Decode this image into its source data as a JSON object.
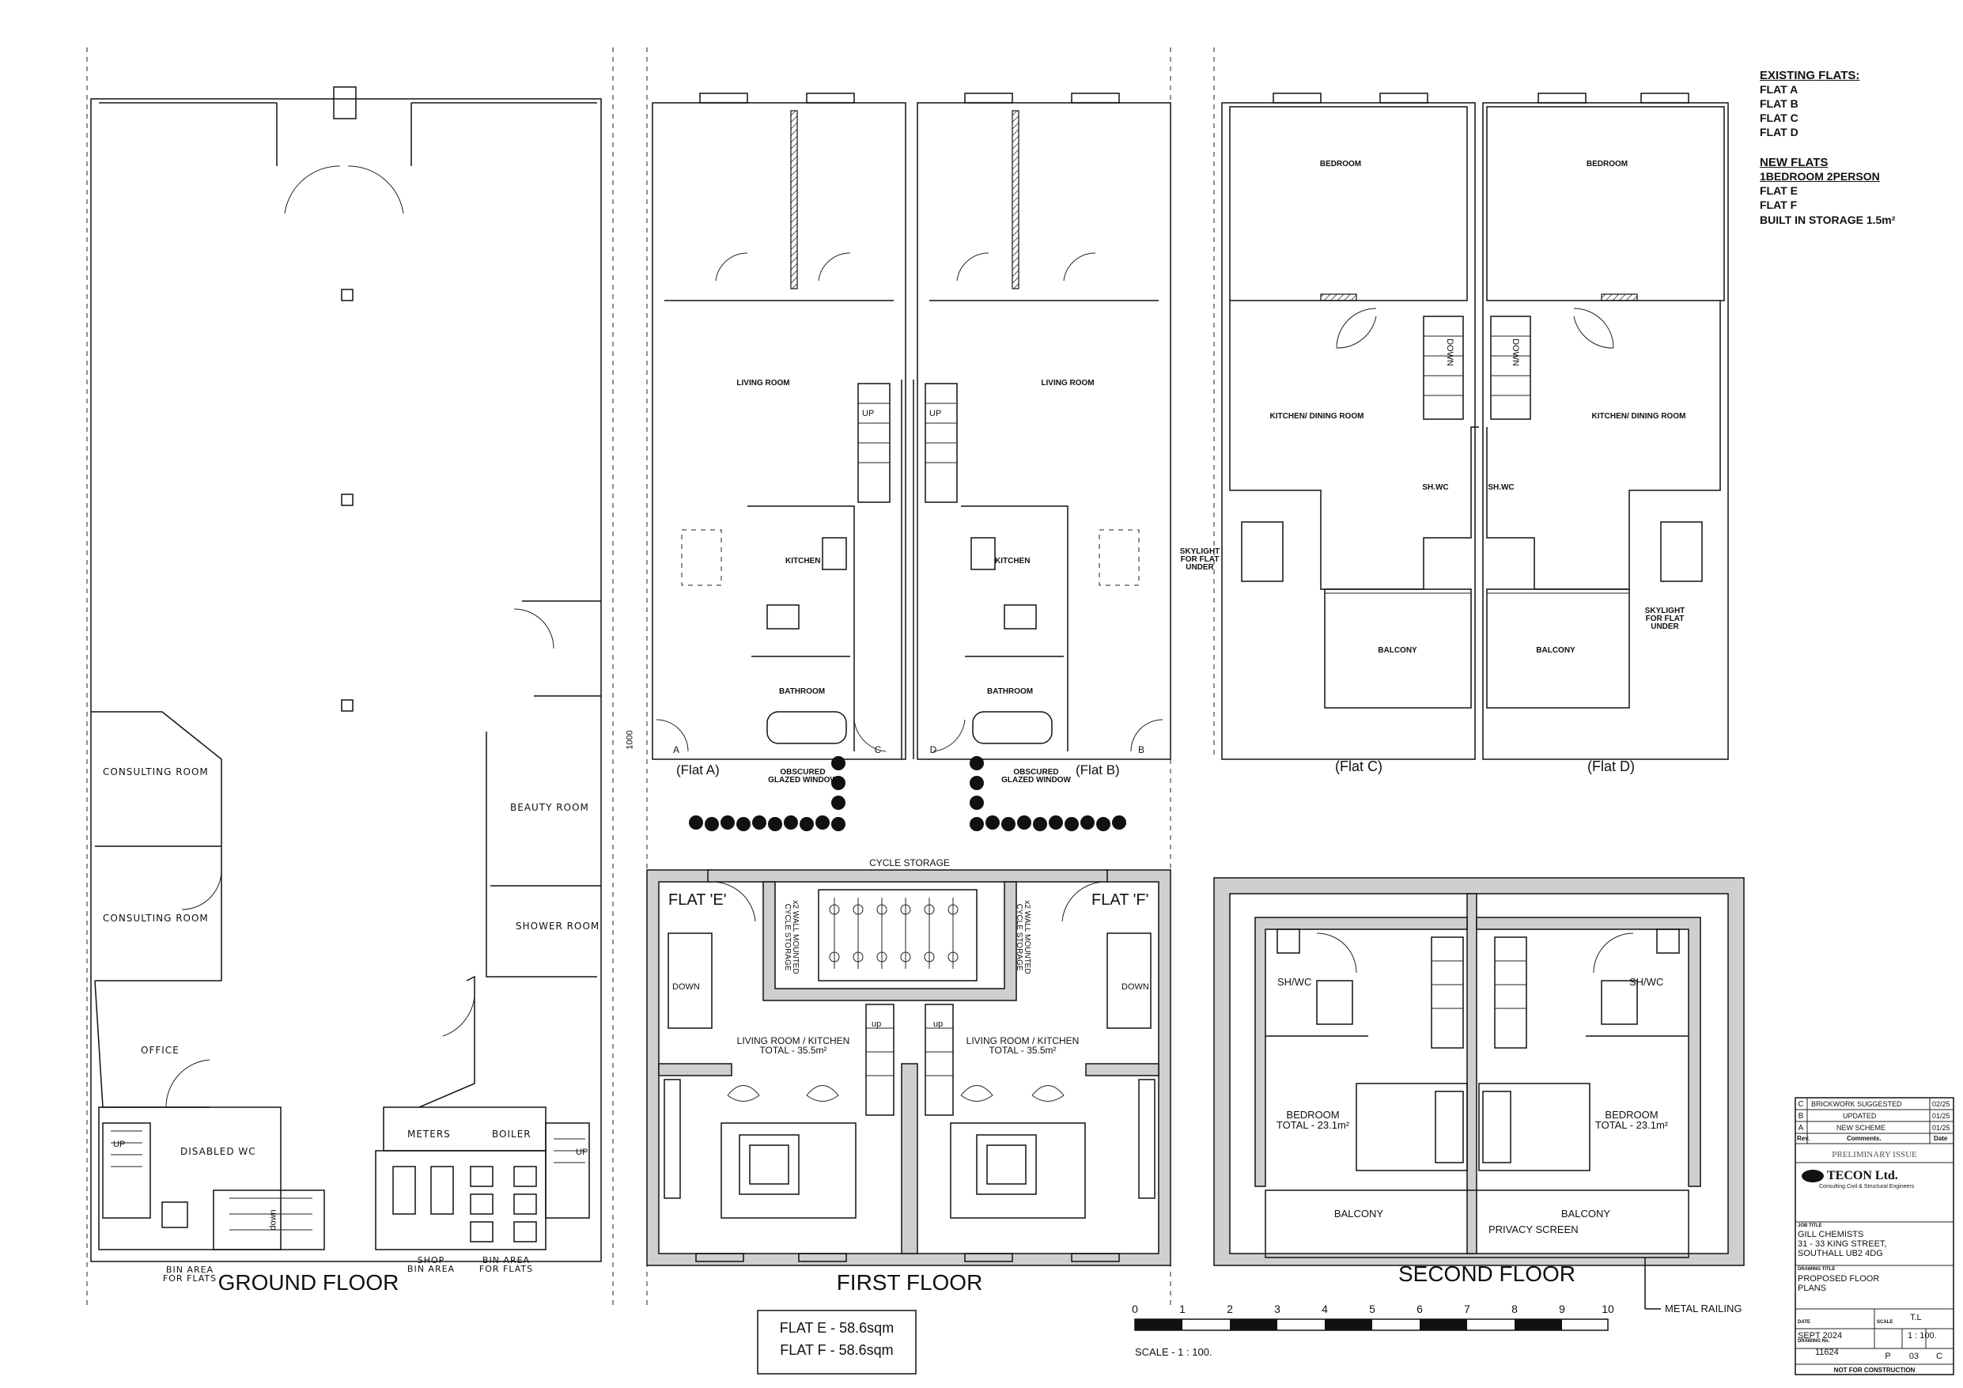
{
  "legend": {
    "existing_heading": "EXISTING FLATS:",
    "existing": [
      "FLAT A",
      "FLAT B",
      "FLAT C",
      "FLAT D"
    ],
    "new_heading": "NEW FLATS",
    "new_subheading": "1BEDROOM 2PERSON",
    "new": [
      "FLAT E",
      "FLAT F"
    ],
    "storage": "BUILT IN STORAGE 1.5m²"
  },
  "ground_floor": {
    "title": "GROUND FLOOR",
    "rooms": {
      "consulting1": "CONSULTING ROOM",
      "consulting2": "CONSULTING ROOM",
      "beauty": "BEAUTY ROOM",
      "shower": "SHOWER ROOM",
      "office": "OFFICE",
      "disabled_wc": "DISABLED WC",
      "meters": "METERS",
      "boiler": "BOILER",
      "bin_flats_left": "BIN AREA\nFOR FLATS",
      "shop_bin": "SHOP\nBIN AREA",
      "bin_flats_right": "BIN AREA\nFOR FLATS",
      "up_left": "UP",
      "up_right": "UP",
      "down": "down"
    }
  },
  "first_floor": {
    "title": "FIRST FLOOR",
    "rooms": {
      "living_a": "LIVING ROOM",
      "living_b": "LIVING ROOM",
      "kitchen_a": "KITCHEN",
      "kitchen_b": "KITCHEN",
      "bathroom_a": "BATHROOM",
      "bathroom_b": "BATHROOM",
      "obscured_a": "OBSCURED\nGLAZED WINDOW",
      "obscured_b": "OBSCURED\nGLAZED WINDOW",
      "flat_a": "(Flat A)",
      "flat_b": "(Flat B)",
      "grid_a": "A",
      "grid_b": "B",
      "grid_c": "C",
      "grid_d": "D",
      "dim_1000": "1000",
      "up1": "UP",
      "up2": "UP",
      "cycle_storage": "CYCLE STORAGE",
      "wall_cycle_left": "x2 WALL MOUNTED\nCYCLE STORAGE",
      "wall_cycle_right": "x2 WALL MOUNTED\nCYCLE STORAGE",
      "flat_e": "FLAT 'E'",
      "flat_f": "FLAT 'F'",
      "down_e": "DOWN",
      "down_f": "DOWN",
      "up_e": "up",
      "up_f": "up",
      "living_kitchen_e": "LIVING ROOM / KITCHEN\nTOTAL - 35.5m²",
      "living_kitchen_f": "LIVING ROOM / KITCHEN\nTOTAL - 35.5m²"
    }
  },
  "area_box": [
    "FLAT E - 58.6sqm",
    "FLAT F - 58.6sqm"
  ],
  "top_right_plan": {
    "rooms": {
      "bedroom_c": "BEDROOM",
      "bedroom_d": "BEDROOM",
      "kitchen_c": "KITCHEN/ DINING ROOM",
      "kitchen_d": "KITCHEN/ DINING ROOM",
      "shwc_c": "SH.WC",
      "shwc_d": "SH.WC",
      "balcony_c": "BALCONY",
      "balcony_d": "BALCONY",
      "skylight_left": "SKYLIGHT\nFOR FLAT\nUNDER",
      "skylight_right": "SKYLIGHT\nFOR FLAT\nUNDER",
      "down_c": "DOWN",
      "down_d": "DOWN",
      "flat_c": "(Flat C)",
      "flat_d": "(Flat D)"
    }
  },
  "second_floor": {
    "title": "SECOND FLOOR",
    "rooms": {
      "shwc_left": "SH/WC",
      "shwc_right": "SH/WC",
      "bedroom_left": "BEDROOM\nTOTAL - 23.1m²",
      "bedroom_right": "BEDROOM\nTOTAL - 23.1m²",
      "balcony_left": "BALCONY",
      "balcony_right": "BALCONY",
      "privacy": "PRIVACY SCREEN",
      "railing": "METAL RAILING"
    }
  },
  "scale_bar": {
    "ticks": [
      "0",
      "1",
      "2",
      "3",
      "4",
      "5",
      "6",
      "7",
      "8",
      "9",
      "10"
    ],
    "label": "SCALE - 1 : 100."
  },
  "title_block": {
    "revisions": [
      {
        "rev": "C",
        "comment": "BRICKWORK SUGGESTED",
        "date": "02/25"
      },
      {
        "rev": "B",
        "comment": "UPDATED",
        "date": "01/25"
      },
      {
        "rev": "A",
        "comment": "NEW SCHEME",
        "date": "01/25"
      }
    ],
    "rev_header": "Rev.",
    "comments_header": "Comments.",
    "date_header": "Date",
    "status": "PRELIMINARY ISSUE",
    "company": "TECON Ltd.",
    "company_sub": "Consulting Civil & Structural Engineers",
    "job_title_label": "JOB TITLE",
    "job_title": "GILL CHEMISTS\n31 - 33 KING STREET,\nSOUTHALL UB2 4DG",
    "drawing_title_label": "DRAWING TITLE",
    "drawing_title": "PROPOSED FLOOR\nPLANS",
    "drawn": "T.L",
    "date_label": "DATE",
    "date": "SEPT 2024",
    "scale_label": "SCALE",
    "scale": "1 : 100.",
    "drawing_no_label": "DRAWING No.",
    "drawing_no": "11624",
    "stage": "P",
    "sheet": "03",
    "revision": "C",
    "footer": "NOT FOR CONSTRUCTION"
  }
}
